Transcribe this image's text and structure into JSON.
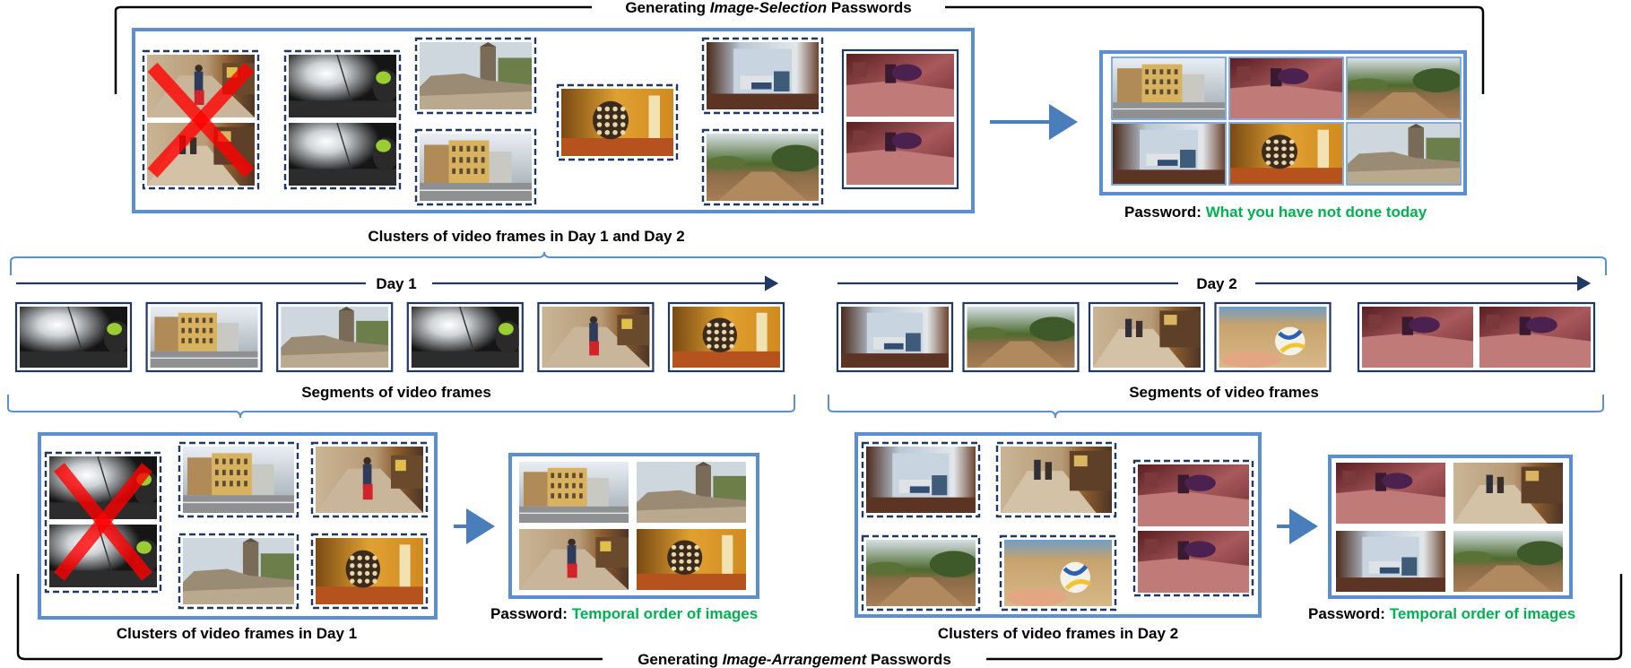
{
  "texts": {
    "selection_title_pre": "Generating ",
    "selection_title_em": "Image-Selection",
    "selection_title_post": " Passwords",
    "clusters_both_days": "Clusters of video frames in Day 1 and Day 2",
    "password_label": "Password:",
    "selection_password": "What you have not done today",
    "day1": "Day 1",
    "day2": "Day 2",
    "segments": "Segments of video frames",
    "clusters_day1": "Clusters of video frames in Day 1",
    "clusters_day2": "Clusters of video frames in Day 2",
    "arrangement_password": "Temporal order of images",
    "arrangement_title_pre": "Generating ",
    "arrangement_title_em": "Image-Arrangement",
    "arrangement_title_post": " Passwords"
  },
  "colors": {
    "panel_blue": "#5b8fd1",
    "dashed_navy": "#1f3864",
    "arrow_blue": "#4a7ebb",
    "timeline_navy": "#1f3864",
    "password_green": "#00b050",
    "reject_red": "#ff0000"
  },
  "scenes": [
    "street-building",
    "sunny-sky-backpack",
    "stone-ruins-tower",
    "walk-red-suitcase",
    "lamp-yellow-hall",
    "window-balcony",
    "dirt-field",
    "dark-red-room",
    "walk-storefront",
    "beach-volleyball-hand"
  ]
}
